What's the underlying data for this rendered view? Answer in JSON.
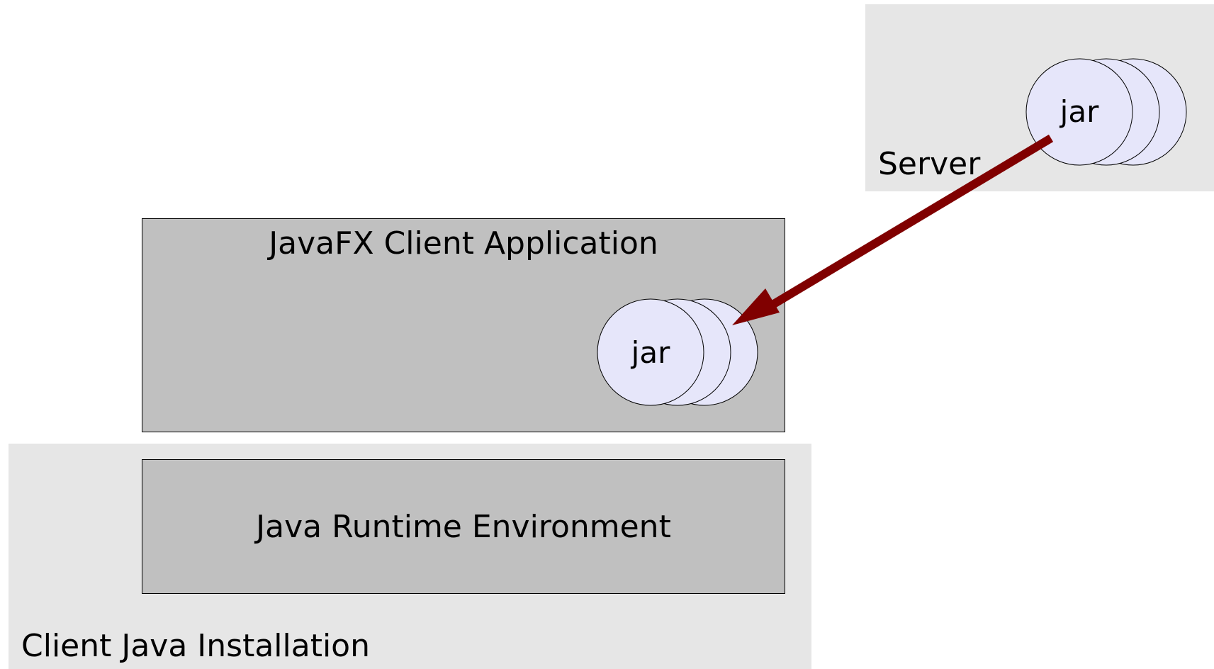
{
  "server": {
    "label": "Server"
  },
  "client_installation": {
    "label": "Client Java Installation"
  },
  "javafx_app": {
    "label": "JavaFX Client Application"
  },
  "jre": {
    "label": "Java Runtime Environment"
  },
  "server_jar": {
    "label": "jar"
  },
  "client_jar": {
    "label": "jar"
  },
  "colors": {
    "zone_fill": "#e6e6e6",
    "box_fill": "#c0c0c0",
    "jar_fill": "#e6e6fa",
    "arrow": "#800000"
  }
}
